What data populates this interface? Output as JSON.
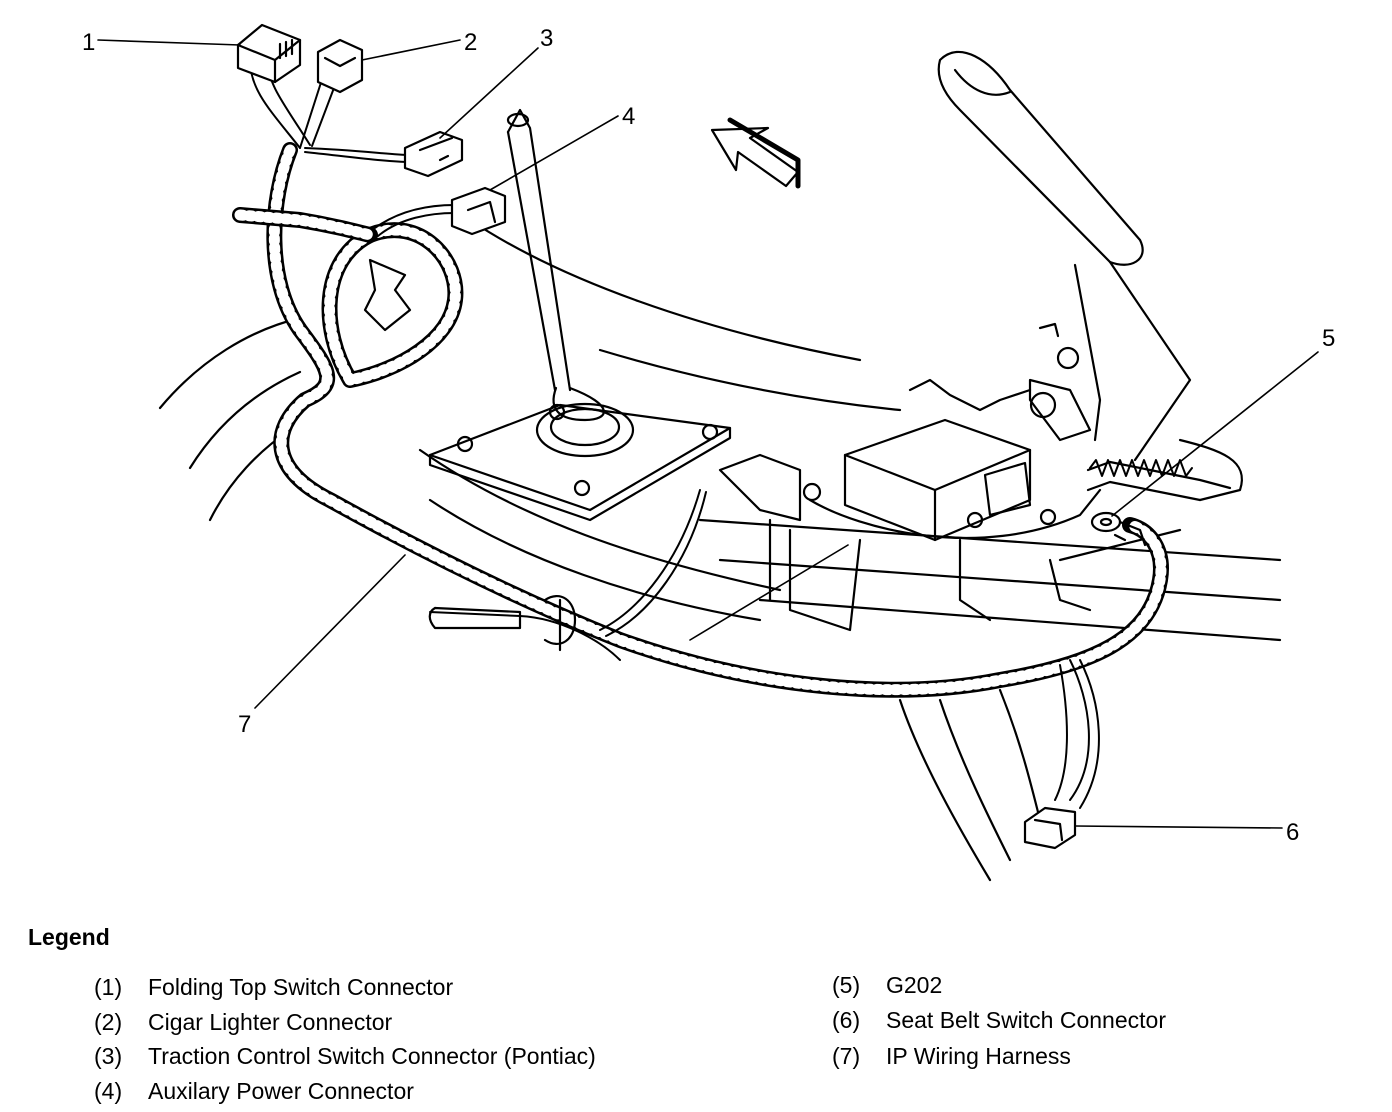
{
  "callouts": [
    "1",
    "2",
    "3",
    "4",
    "5",
    "6",
    "7"
  ],
  "legend": {
    "title": "Legend",
    "items": [
      {
        "code": "(1)",
        "label": "Folding Top Switch Connector"
      },
      {
        "code": "(2)",
        "label": "Cigar Lighter Connector"
      },
      {
        "code": "(3)",
        "label": "Traction Control Switch Connector (Pontiac)"
      },
      {
        "code": "(4)",
        "label": "Auxilary Power Connector"
      },
      {
        "code": "(5)",
        "label": "G202"
      },
      {
        "code": "(6)",
        "label": "Seat Belt Switch Connector"
      },
      {
        "code": "(7)",
        "label": "IP Wiring Harness"
      }
    ]
  }
}
